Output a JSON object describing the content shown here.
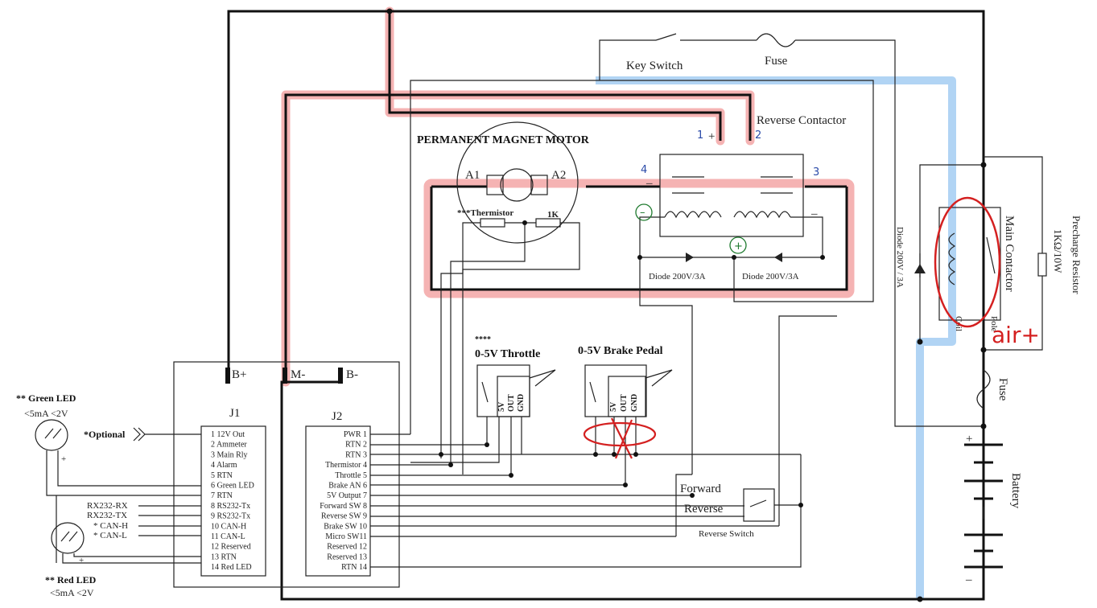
{
  "title": "PERMANENT MAGNET MOTOR",
  "motor": {
    "a1": "A1",
    "a2": "A2",
    "thermistor": "***Thermistor",
    "resistor": "1K"
  },
  "reverse_contactor": {
    "label": "Reverse Contactor",
    "t1": "1",
    "t2": "2",
    "t3": "3",
    "t4": "4",
    "plus1": "+",
    "minus1": "–",
    "minus2": "–"
  },
  "diodes": {
    "d1": "Diode 200V/3A",
    "d2": "Diode 200V/3A",
    "d3": "Diode  200V / 3A"
  },
  "key_switch": "Key Switch",
  "fuse_top": "Fuse",
  "fuse_right": "Fuse",
  "main_contactor": {
    "label": "Main Contactor",
    "coil": "Coil",
    "pole": "Pole"
  },
  "precharge": "Precharge Resistor",
  "precharge_value": "1KΩ/10W",
  "battery": {
    "label": "Battery",
    "plus": "+",
    "minus": "–"
  },
  "throttle": {
    "stars": "****",
    "label": "0-5V  Throttle",
    "pins": [
      "5V",
      "OUT",
      "GND"
    ]
  },
  "brake_pedal": {
    "label": "0-5V Brake Pedal",
    "pins": [
      "5V",
      "OUT",
      "GND"
    ]
  },
  "j1": {
    "name": "J1",
    "bplus": "B+",
    "mminus": "M-",
    "bminus": "B-",
    "pins": [
      "1   12V Out",
      "2   Ammeter",
      "3   Main Rly",
      "4   Alarm",
      "5   RTN",
      "6   Green LED",
      "7   RTN",
      "8   RS232-Tx",
      "9   RS232-Tx",
      "10  CAN-H",
      "11  CAN-L",
      "12  Reserved",
      "13  RTN",
      "14 Red LED"
    ]
  },
  "j2": {
    "name": "J2",
    "pins": [
      "PWR   1",
      "RTN   2",
      "RTN   3",
      "Thermistor   4",
      "Throttle   5",
      "Brake AN   6",
      "5V Output   7",
      "Forward SW   8",
      "Reverse SW   9",
      "Brake SW 10",
      "Micro SW11",
      "Reserved 12",
      "Reserved 13",
      "RTN  14"
    ]
  },
  "left_signals": {
    "optional": "*Optional",
    "rx": "RX232-RX",
    "tx": "RX232-TX",
    "canh": "* CAN-H",
    "canl": "* CAN-L"
  },
  "green_led": {
    "title": "** Green LED",
    "spec": "<5mA  <2V",
    "plus": "+"
  },
  "red_led": {
    "title": "** Red LED",
    "spec": "<5mA  <2V",
    "plus": "+"
  },
  "reverse_switch": {
    "label": "Reverse Switch",
    "forward": "Forward",
    "reverse": "Reverse"
  },
  "annotations": {
    "air": "air+",
    "plus_mark": "+",
    "minus_mark": "–"
  }
}
